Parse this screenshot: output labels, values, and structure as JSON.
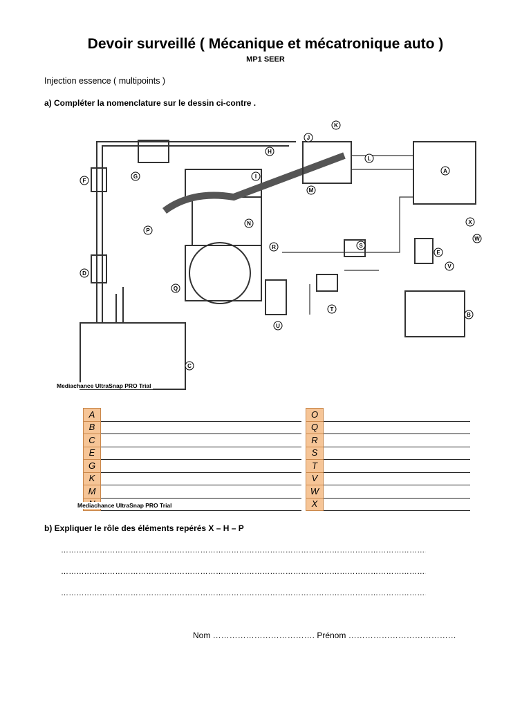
{
  "header": {
    "title": "Devoir surveillé  ( Mécanique et mécatronique auto )",
    "subtitle": "MP1 SEER",
    "topic": "Injection essence ( multipoints )"
  },
  "question_a": {
    "label": "a)  Compléter  la nomenclature sur le dessin ci-contre ."
  },
  "diagram": {
    "markers": [
      "A",
      "B",
      "C",
      "D",
      "E",
      "F",
      "G",
      "H",
      "I",
      "J",
      "K",
      "L",
      "M",
      "N",
      "P",
      "Q",
      "R",
      "S",
      "T",
      "U",
      "V",
      "W",
      "X"
    ],
    "watermark": "Mediachance UltraSnap PRO Trial"
  },
  "nomenclature": {
    "left": [
      "A",
      "B",
      "C",
      "E",
      "G",
      "K",
      "M",
      "N"
    ],
    "right": [
      "O",
      "Q",
      "R",
      "S",
      "T",
      "V",
      "W",
      "X"
    ],
    "watermark": "Mediachance UltraSnap PRO Trial"
  },
  "question_b": {
    "label": "b) Expliquer le rôle des éléments repérés  X – H – P",
    "lines": [
      "……………………………………………………………………………………………………………………………………………………",
      "……………………………………………………………………………………………………………………………………………………",
      "……………………………………………………………………………………………………………………………………………………"
    ]
  },
  "footer": {
    "nom_prenom": "Nom ………………………………. Prénom …………………………………"
  }
}
